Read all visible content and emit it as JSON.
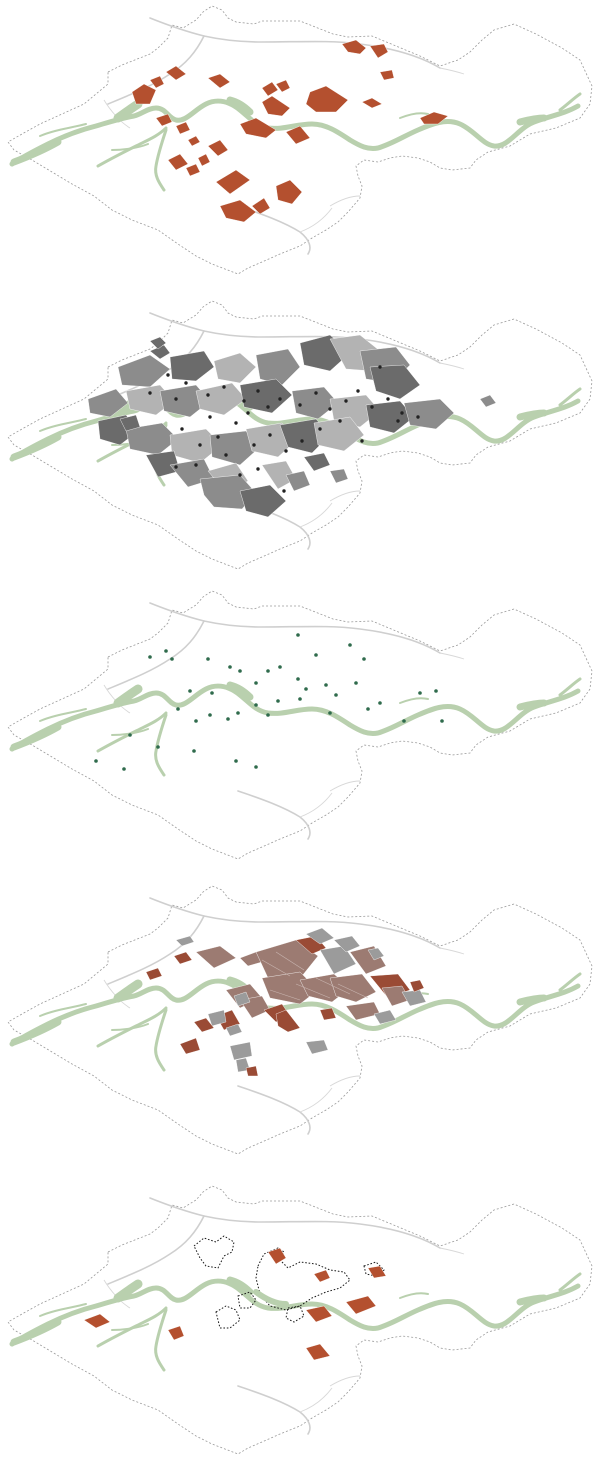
{
  "colors": {
    "background": "#ffffff",
    "river": "#b9d0ae",
    "river_stroke": "#a9c49c",
    "boundary": "#9a9a9a",
    "road": "#cfcfcf",
    "red_parcel": "#b4502f",
    "gray_dark": "#6b6b6b",
    "gray_mid": "#8c8c8c",
    "gray_light": "#b3b3b3",
    "point_black": "#222222",
    "point_green": "#2f6b4c",
    "zone_brown": "#9c7b72",
    "zone_rust": "#9a4b35",
    "zone_gray": "#9b9b9b",
    "outline": "#1a1a1a"
  },
  "layers": [
    {
      "id": "red-parcels",
      "kind": "red_parcels"
    },
    {
      "id": "gray-urban-fabric",
      "kind": "gray_blocks_with_points"
    },
    {
      "id": "green-points",
      "kind": "green_points"
    },
    {
      "id": "zoning-brown-gray",
      "kind": "zoning"
    },
    {
      "id": "outlined-areas",
      "kind": "outlines_and_patches"
    }
  ]
}
